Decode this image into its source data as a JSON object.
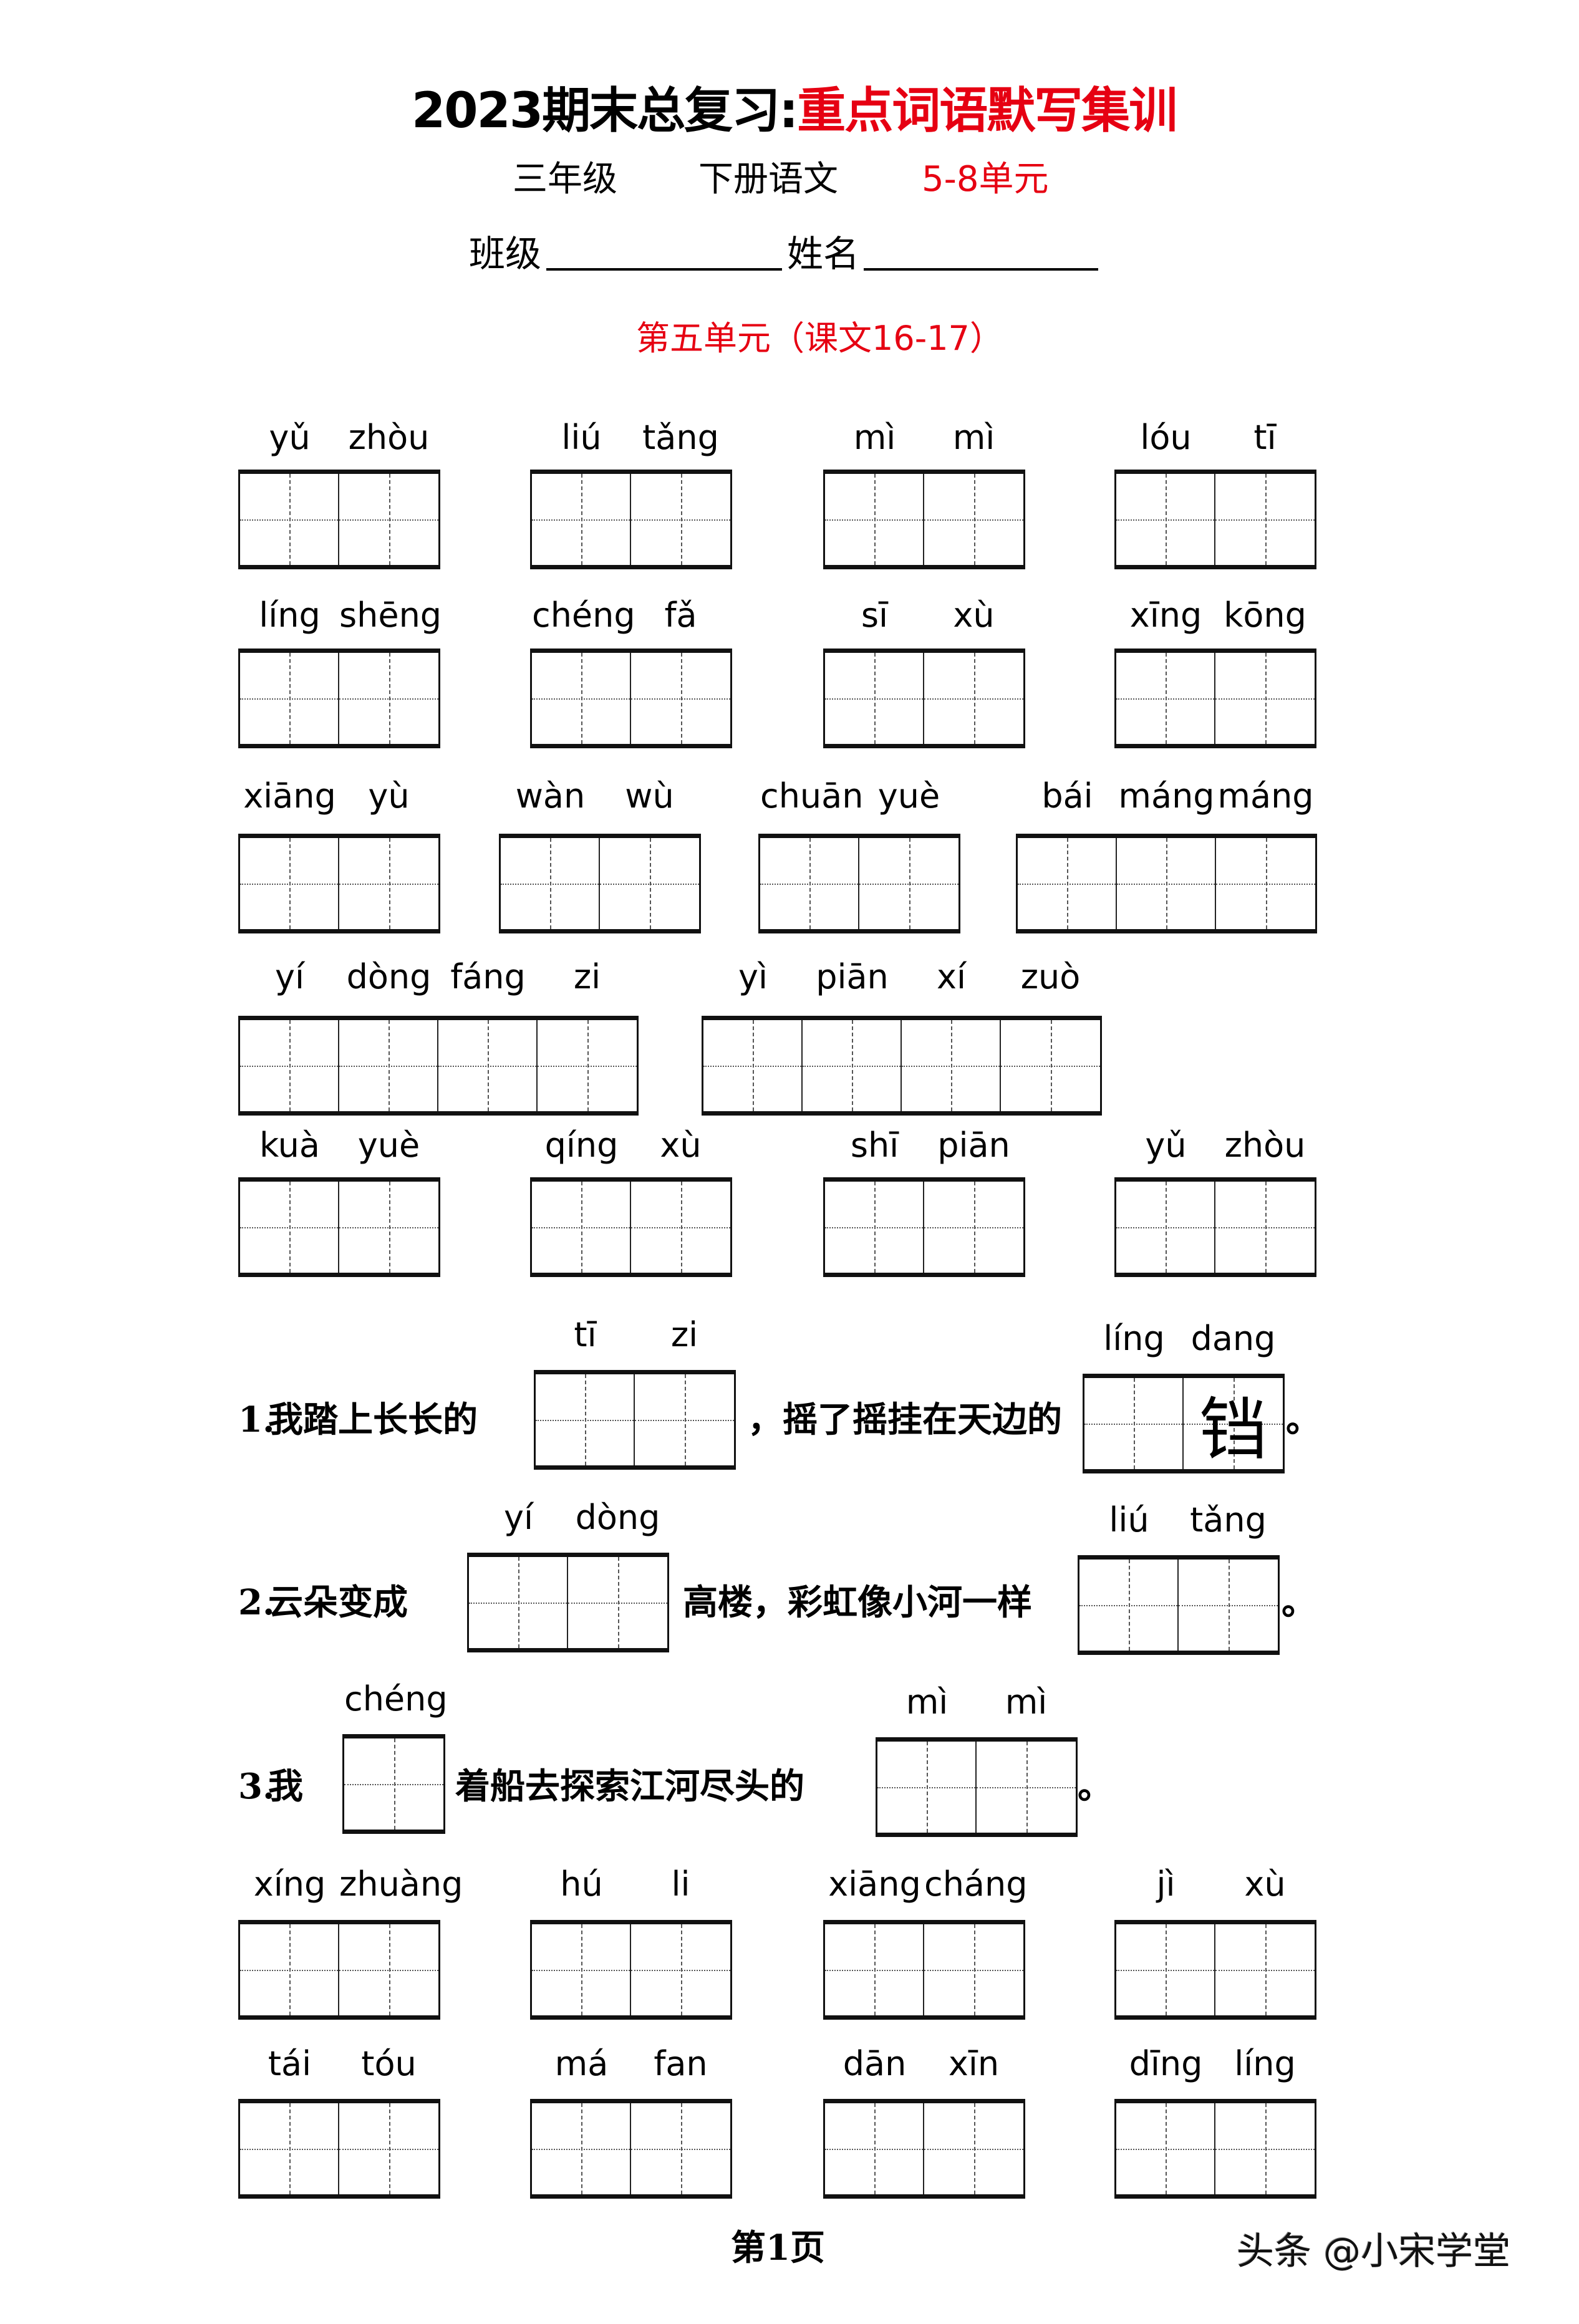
{
  "header": {
    "title_black": "2023期末总复习:",
    "title_red": "重点词语默写集训",
    "grade": "三年级",
    "book": "下册语文",
    "units": "5-8单元",
    "class_label": "班级",
    "name_label": "姓名",
    "section_heading": "第五单元（课文16-17）"
  },
  "colors": {
    "accent": "#e60012",
    "text": "#000000",
    "grid_line": "#111111"
  },
  "word_rows": [
    {
      "words": [
        {
          "pinyin": [
            "yǔ",
            "zhòu"
          ]
        },
        {
          "pinyin": [
            "liú",
            "tǎng"
          ]
        },
        {
          "pinyin": [
            "mì",
            "mì"
          ]
        },
        {
          "pinyin": [
            "lóu",
            "tī"
          ]
        }
      ]
    },
    {
      "words": [
        {
          "pinyin": [
            "líng",
            "shēng"
          ]
        },
        {
          "pinyin": [
            "chéng",
            "fǎ"
          ]
        },
        {
          "pinyin": [
            "sī",
            "xù"
          ]
        },
        {
          "pinyin": [
            "xīng",
            "kōng"
          ]
        }
      ]
    },
    {
      "words": [
        {
          "pinyin": [
            "xiāng",
            "yù"
          ]
        },
        {
          "pinyin": [
            "wàn",
            "wù"
          ]
        },
        {
          "pinyin": [
            "chuān",
            "yuè"
          ]
        },
        {
          "pinyin": [
            "bái",
            "máng",
            "máng"
          ]
        }
      ]
    },
    {
      "words": [
        {
          "pinyin": [
            "yí",
            "dòng",
            "fáng",
            "zi"
          ]
        },
        {
          "pinyin": [
            "yì",
            "piān",
            "xí",
            "zuò"
          ]
        }
      ]
    },
    {
      "words": [
        {
          "pinyin": [
            "kuà",
            "yuè"
          ]
        },
        {
          "pinyin": [
            "qíng",
            "xù"
          ]
        },
        {
          "pinyin": [
            "shī",
            "piān"
          ]
        },
        {
          "pinyin": [
            "yǔ",
            "zhòu"
          ]
        }
      ]
    },
    {
      "words": [
        {
          "pinyin": [
            "xíng",
            "zhuàng"
          ]
        },
        {
          "pinyin": [
            "hú",
            "li"
          ]
        },
        {
          "pinyin": [
            "xiāng",
            "cháng"
          ]
        },
        {
          "pinyin": [
            "jì",
            "xù"
          ]
        }
      ]
    },
    {
      "words": [
        {
          "pinyin": [
            "tái",
            "tóu"
          ]
        },
        {
          "pinyin": [
            "má",
            "fan"
          ]
        },
        {
          "pinyin": [
            "dān",
            "xīn"
          ]
        },
        {
          "pinyin": [
            "dīng",
            "líng"
          ]
        }
      ]
    }
  ],
  "sentences": [
    {
      "number": "1.",
      "parts": [
        "我踏上长长的",
        "，摇了摇挂在天边的",
        "。"
      ],
      "blanks": [
        {
          "pinyin": [
            "tī",
            "zi"
          ],
          "given": [
            "",
            ""
          ]
        },
        {
          "pinyin": [
            "líng",
            "dang"
          ],
          "given": [
            "",
            "铛"
          ]
        }
      ]
    },
    {
      "number": "2.",
      "parts": [
        "云朵变成",
        "高楼，彩虹像小河一样",
        "。"
      ],
      "blanks": [
        {
          "pinyin": [
            "yí",
            "dòng"
          ],
          "given": [
            "",
            ""
          ]
        },
        {
          "pinyin": [
            "liú",
            "tǎng"
          ],
          "given": [
            "",
            ""
          ]
        }
      ]
    },
    {
      "number": "3.",
      "parts": [
        "我",
        "着船去探索江河尽头的",
        "。"
      ],
      "blanks": [
        {
          "pinyin": [
            "chéng"
          ],
          "given": [
            ""
          ]
        },
        {
          "pinyin": [
            "mì",
            "mì"
          ],
          "given": [
            "",
            ""
          ]
        }
      ]
    }
  ],
  "footer": {
    "page_label": "第1页",
    "watermark": "头条 @小宋学堂"
  }
}
